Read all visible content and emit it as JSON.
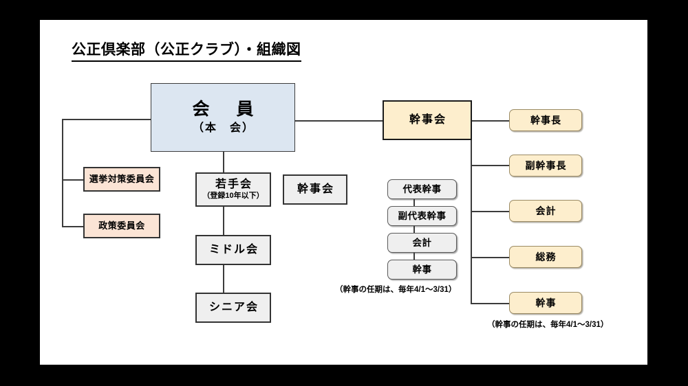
{
  "slide": {
    "title": "公正倶楽部（公正クラブ）・組織図",
    "background": "#ffffff",
    "letterbox": "#000000"
  },
  "colors": {
    "member_fill": "#dce6f1",
    "committee_fill": "#fbe4d5",
    "group_fill": "#efefef",
    "officer_fill": "#fdeecd",
    "line": "#3b3b3b",
    "text": "#000000"
  },
  "chart_data": {
    "type": "diagram",
    "title": "公正倶楽部（公正クラブ）・組織図",
    "nodes": {
      "member": {
        "label": "会　員",
        "sublabel": "（本　会）"
      },
      "committees": [
        {
          "label": "選挙対策委員会"
        },
        {
          "label": "政策委員会"
        }
      ],
      "generation_groups": [
        {
          "label": "若手会",
          "sublabel": "（登録10年以下）"
        },
        {
          "label": "ミドル会",
          "sublabel": ""
        },
        {
          "label": "シニア会",
          "sublabel": ""
        }
      ],
      "youth_board": {
        "label": "幹事会"
      },
      "youth_officers": [
        {
          "label": "代表幹事"
        },
        {
          "label": "副代表幹事"
        },
        {
          "label": "会計"
        },
        {
          "label": "幹事"
        }
      ],
      "youth_note": "（幹事の任期は、毎年4/1〜3/31）",
      "main_board": {
        "label": "幹事会"
      },
      "main_officers": [
        {
          "label": "幹事長"
        },
        {
          "label": "副幹事長"
        },
        {
          "label": "会計"
        },
        {
          "label": "総務"
        },
        {
          "label": "幹事"
        }
      ],
      "main_note": "（幹事の任期は、毎年4/1〜3/31）"
    },
    "edges": [
      {
        "from": "member",
        "to": "committees"
      },
      {
        "from": "member",
        "to": "generation_groups"
      },
      {
        "from": "member",
        "to": "main_board"
      },
      {
        "from": "若手会",
        "to": "youth_board"
      },
      {
        "from": "youth_board",
        "to": "youth_officers"
      },
      {
        "from": "main_board",
        "to": "main_officers"
      }
    ]
  }
}
